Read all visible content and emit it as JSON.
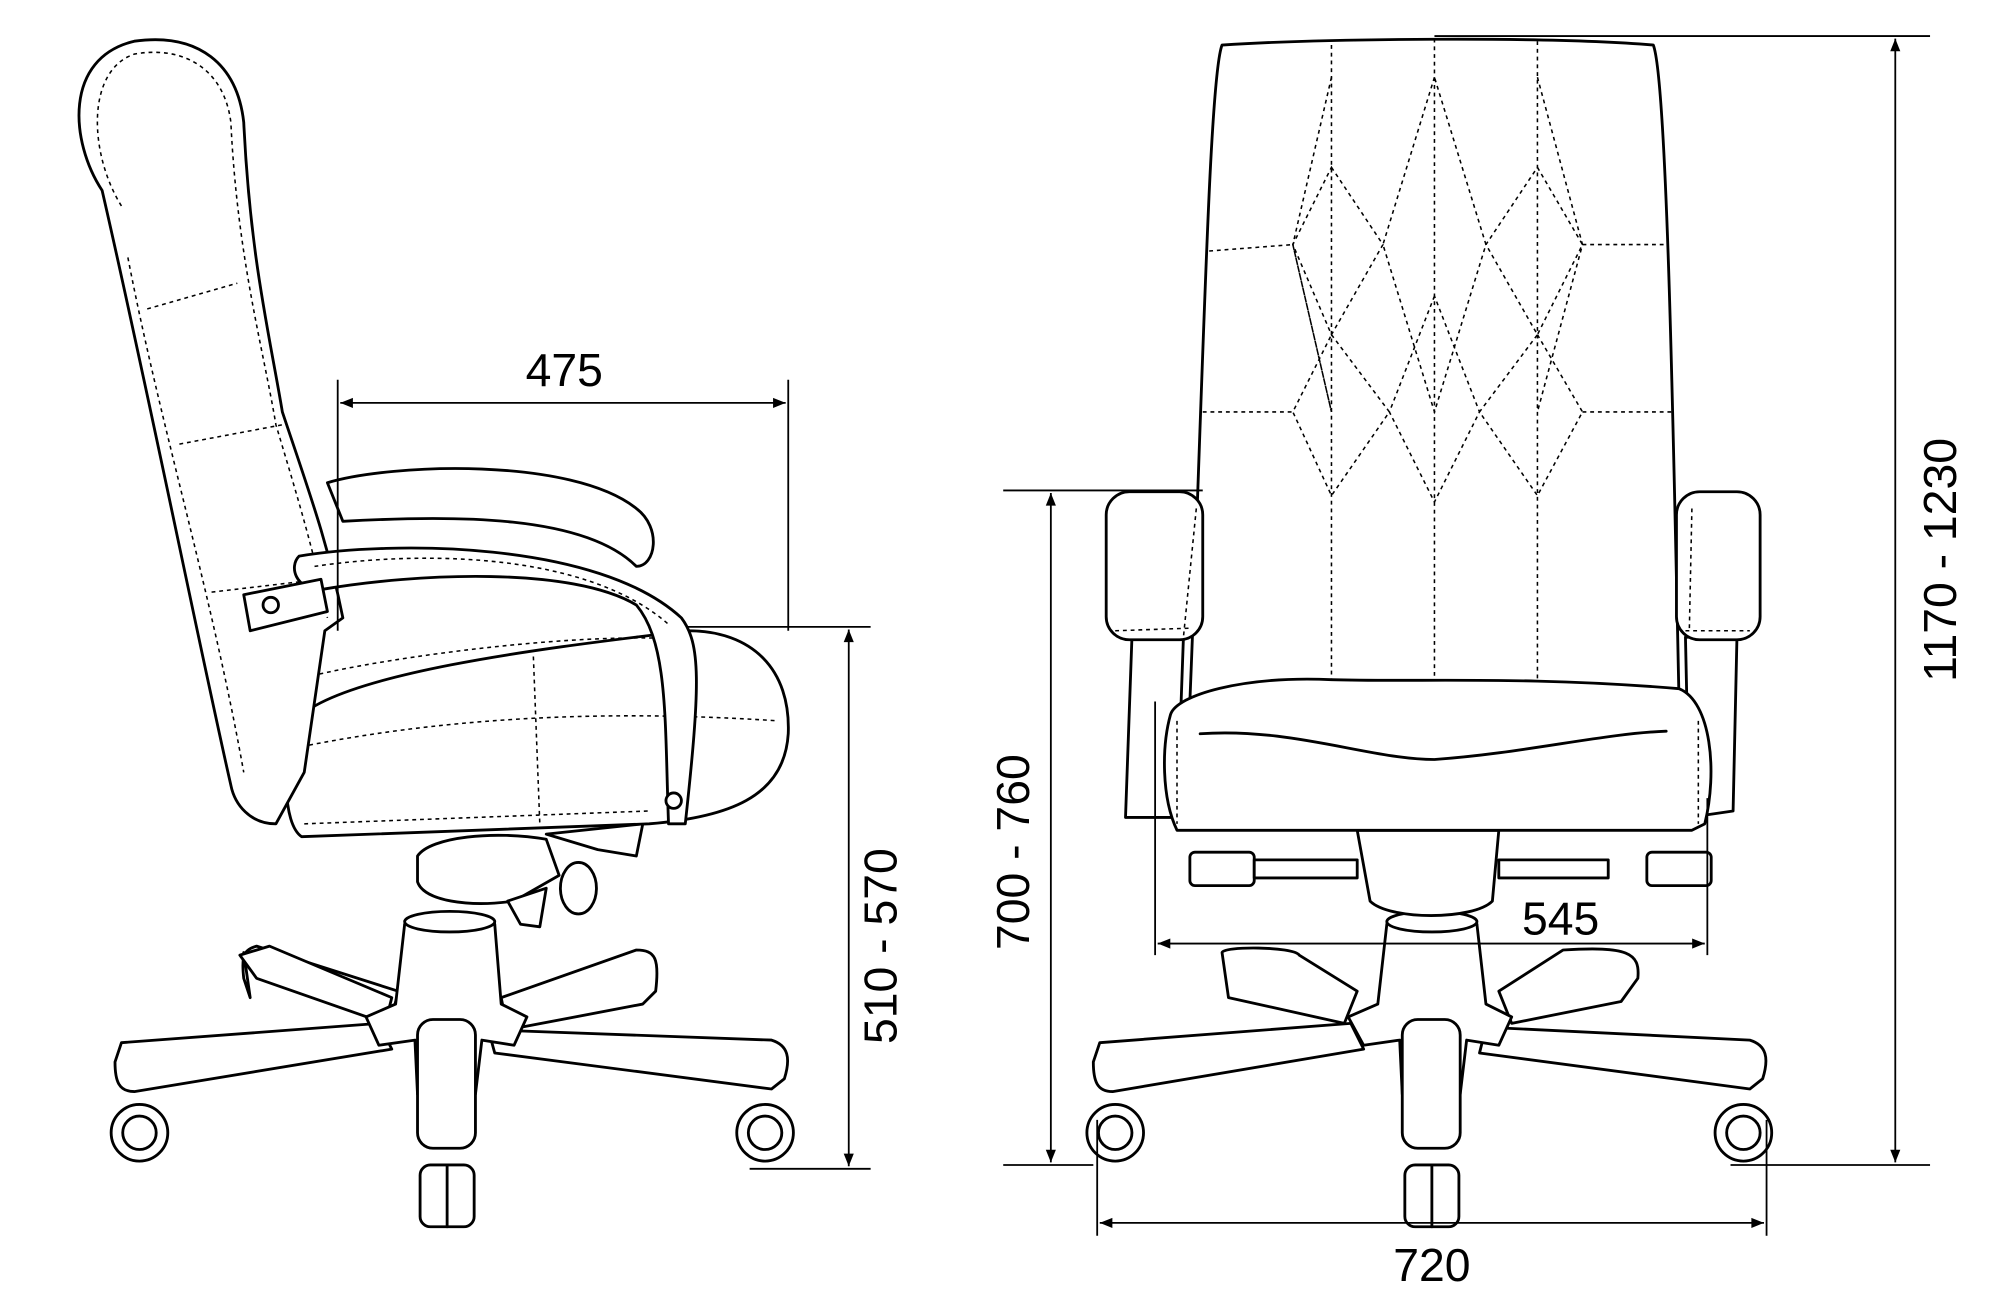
{
  "title": "Office chair dimension drawing",
  "dimensions": {
    "seat_depth": "475",
    "seat_height": "510 - 570",
    "armrest_height": "700 - 760",
    "total_height": "1170 - 1230",
    "seat_width": "545",
    "base_width": "720"
  },
  "colors": {
    "line": "#000000",
    "background": "#ffffff"
  }
}
